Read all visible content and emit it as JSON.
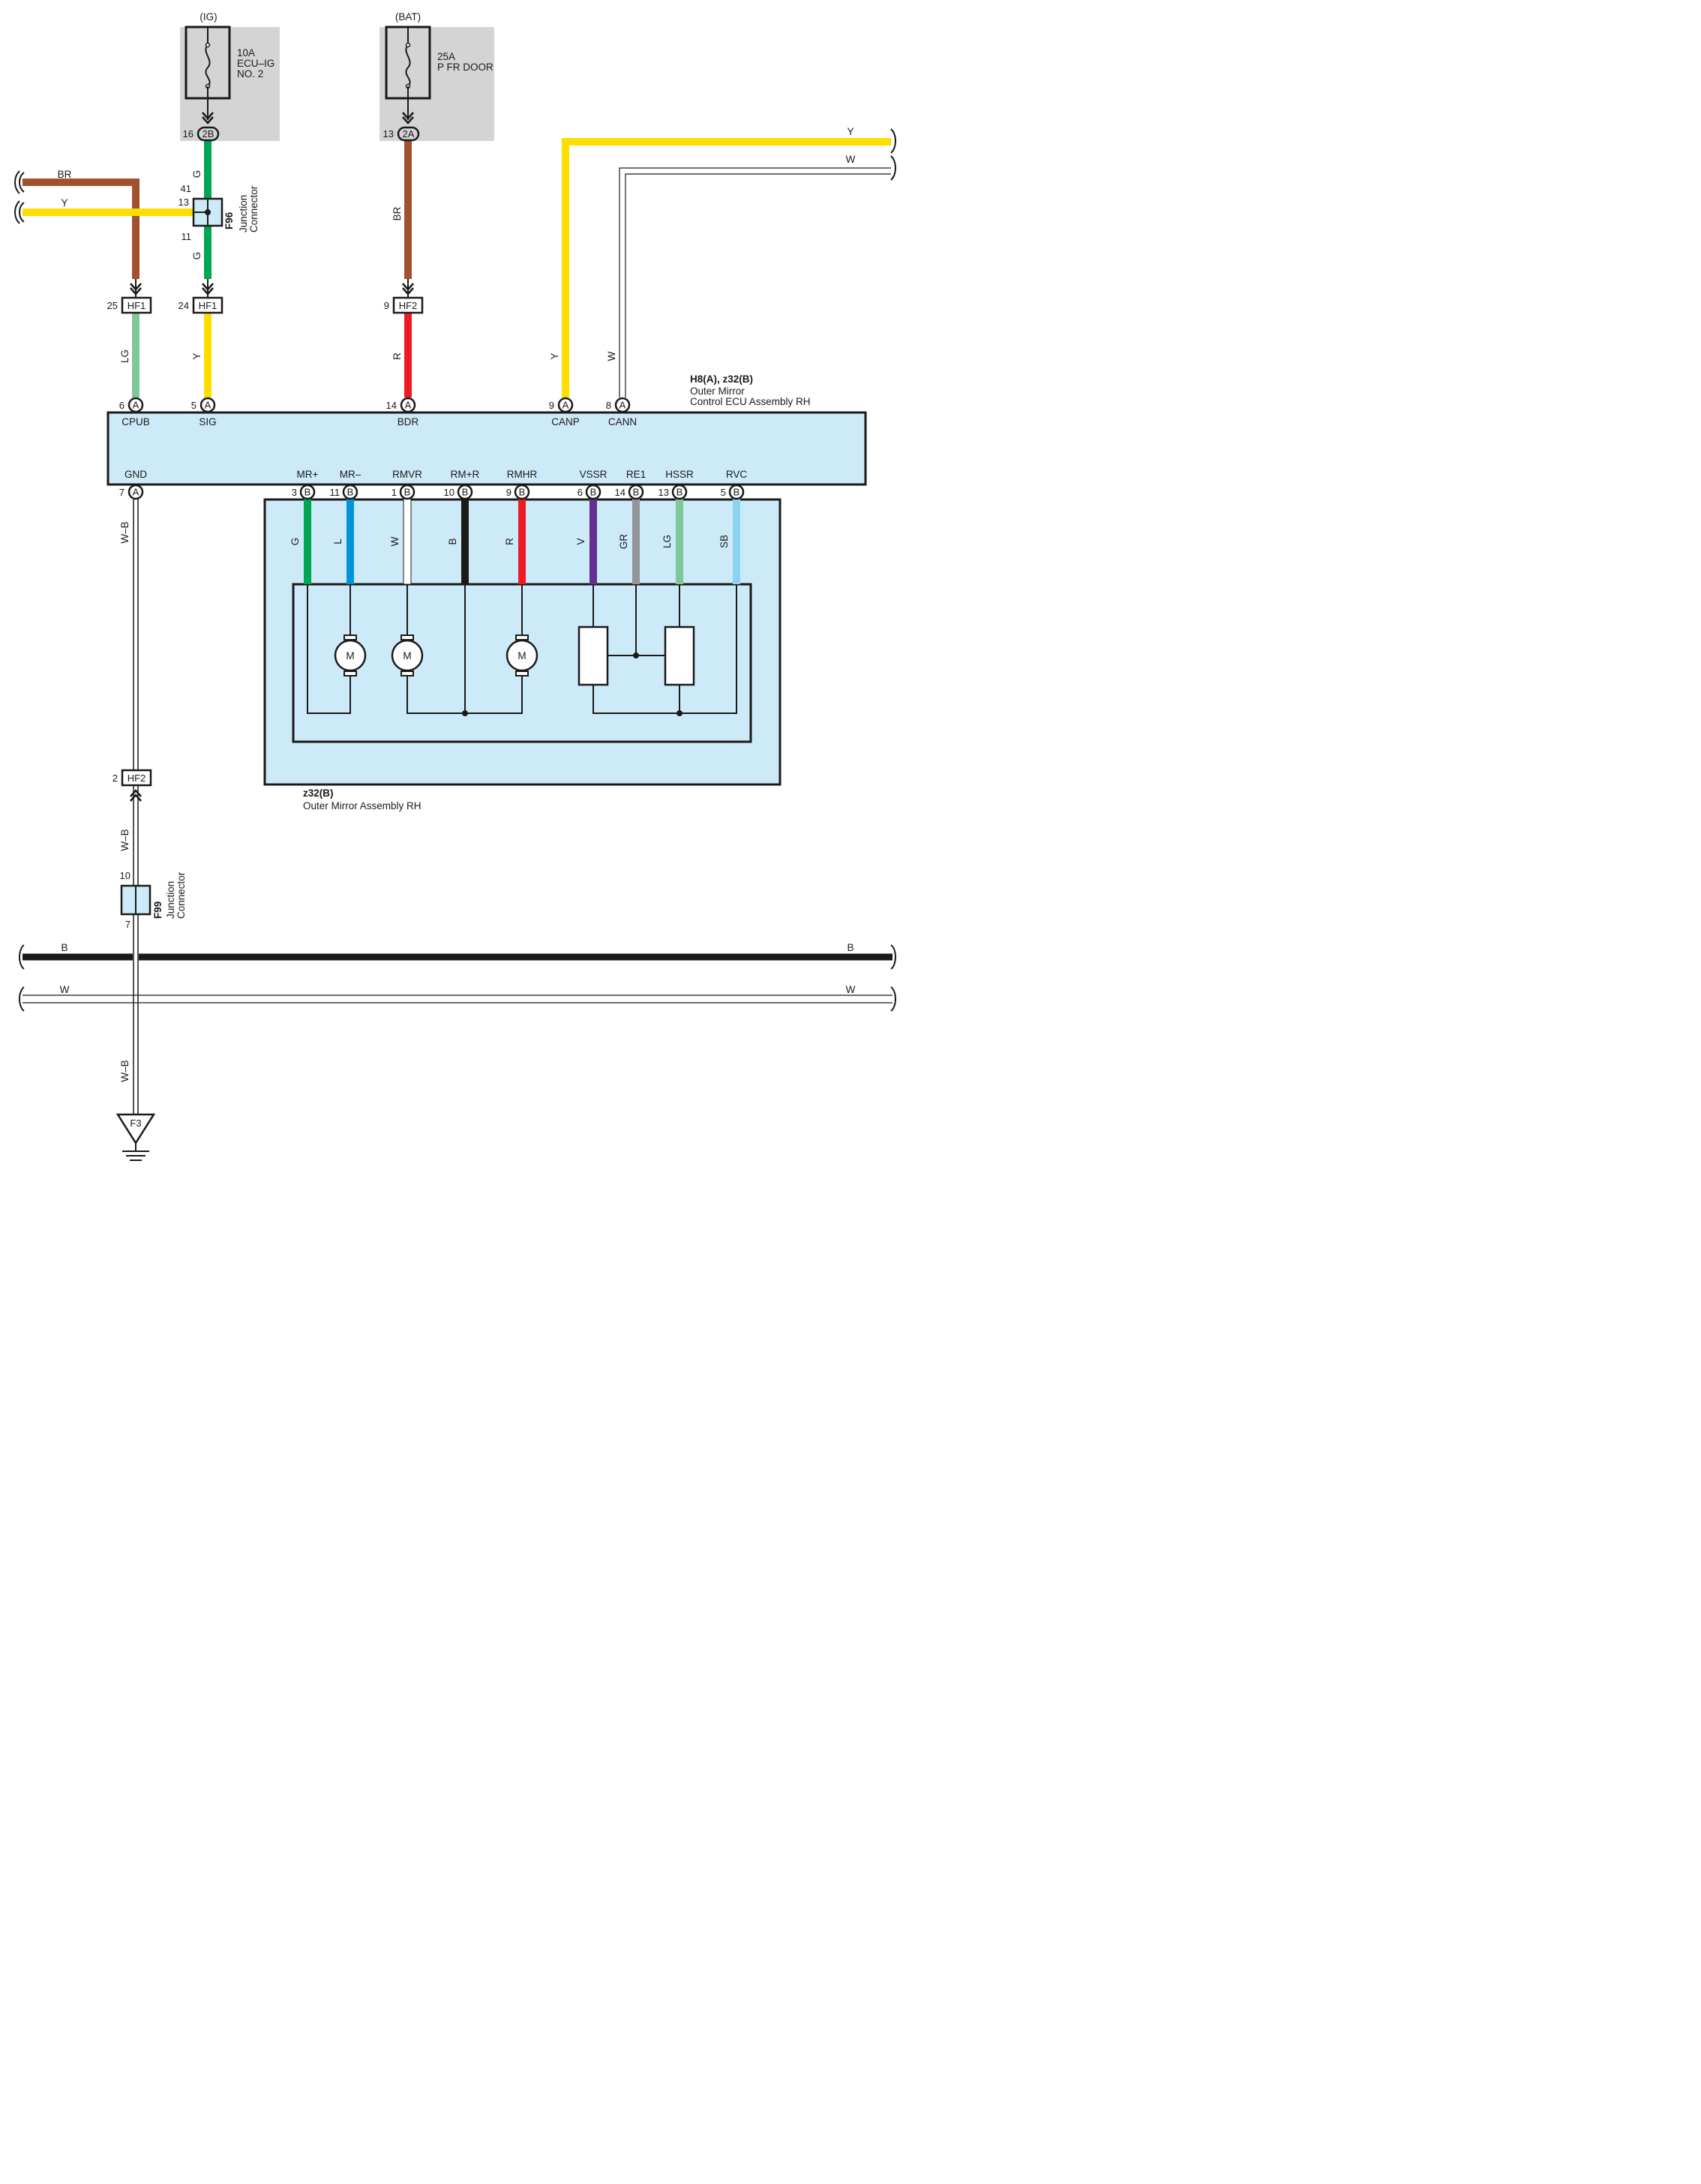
{
  "power_sources": {
    "ig": {
      "label": "(IG)",
      "fuse_amp": "10A",
      "fuse_name_1": "ECU–IG",
      "fuse_name_2": "NO. 2",
      "pin": "16",
      "connector": "2B"
    },
    "bat": {
      "label": "(BAT)",
      "fuse_amp": "25A",
      "fuse_name": "P FR DOOR",
      "pin": "13",
      "connector": "2A"
    }
  },
  "junction_f96": {
    "id": "F96",
    "label_1": "Junction",
    "label_2": "Connector",
    "pin_top": "41",
    "pin_left": "13",
    "pin_bottom": "11"
  },
  "junction_f99": {
    "id": "F99",
    "label_1": "Junction",
    "label_2": "Connector",
    "pin_top": "10",
    "pin_bottom": "7"
  },
  "connectors": {
    "hf1_25": {
      "pin": "25",
      "name": "HF1"
    },
    "hf1_24": {
      "pin": "24",
      "name": "HF1"
    },
    "hf2_9": {
      "pin": "9",
      "name": "HF2"
    },
    "hf2_2": {
      "pin": "2",
      "name": "HF2"
    }
  },
  "wires": {
    "left_br": "BR",
    "left_y": "Y",
    "g_upper": "G",
    "g_lower": "G",
    "br_bat": "BR",
    "lg_cpub": "LG",
    "y_sig": "Y",
    "r_bdr": "R",
    "y_canp": "Y",
    "w_cann": "W",
    "right_y": "Y",
    "right_w": "W",
    "wb_gnd": "W–B",
    "wb_mid": "W–B",
    "wb_low": "W–B",
    "bus_b_left": "B",
    "bus_b_right": "B",
    "bus_w_left": "W",
    "bus_w_right": "W"
  },
  "ecu": {
    "id_line": "H8(A), z32(B)",
    "name_1": "Outer Mirror",
    "name_2": "Control ECU Assembly RH",
    "top_pins": [
      {
        "pin": "6",
        "conn": "A",
        "signal": "CPUB"
      },
      {
        "pin": "5",
        "conn": "A",
        "signal": "SIG"
      },
      {
        "pin": "14",
        "conn": "A",
        "signal": "BDR"
      },
      {
        "pin": "9",
        "conn": "A",
        "signal": "CANP"
      },
      {
        "pin": "8",
        "conn": "A",
        "signal": "CANN"
      }
    ],
    "gnd_pin": {
      "pin": "7",
      "conn": "A",
      "signal": "GND"
    },
    "bottom_pins": [
      {
        "pin": "3",
        "conn": "B",
        "signal": "MR+",
        "wire": "G"
      },
      {
        "pin": "11",
        "conn": "B",
        "signal": "MR–",
        "wire": "L"
      },
      {
        "pin": "1",
        "conn": "B",
        "signal": "RMVR",
        "wire": "W"
      },
      {
        "pin": "10",
        "conn": "B",
        "signal": "RM+R",
        "wire": "B"
      },
      {
        "pin": "9",
        "conn": "B",
        "signal": "RMHR",
        "wire": "R"
      },
      {
        "pin": "6",
        "conn": "B",
        "signal": "VSSR",
        "wire": "V"
      },
      {
        "pin": "14",
        "conn": "B",
        "signal": "RE1",
        "wire": "GR"
      },
      {
        "pin": "13",
        "conn": "B",
        "signal": "HSSR",
        "wire": "LG"
      },
      {
        "pin": "5",
        "conn": "B",
        "signal": "RVC",
        "wire": "SB"
      }
    ]
  },
  "mirror": {
    "id": "z32(B)",
    "name": "Outer Mirror Assembly RH",
    "motor_label": "M"
  },
  "ground": {
    "label": "F3"
  },
  "colors": {
    "yellow": "#ffdd00",
    "brown": "#a0522d",
    "green": "#00a651",
    "red": "#ed1c24",
    "light_green": "#7fc89a",
    "blue": "#0095da",
    "purple": "#662d91",
    "gray": "#939598",
    "sky_blue": "#8dd3f0",
    "black": "#1a1a1a",
    "panel": "#cdeaf8",
    "fuse_bg": "#d4d4d4"
  }
}
